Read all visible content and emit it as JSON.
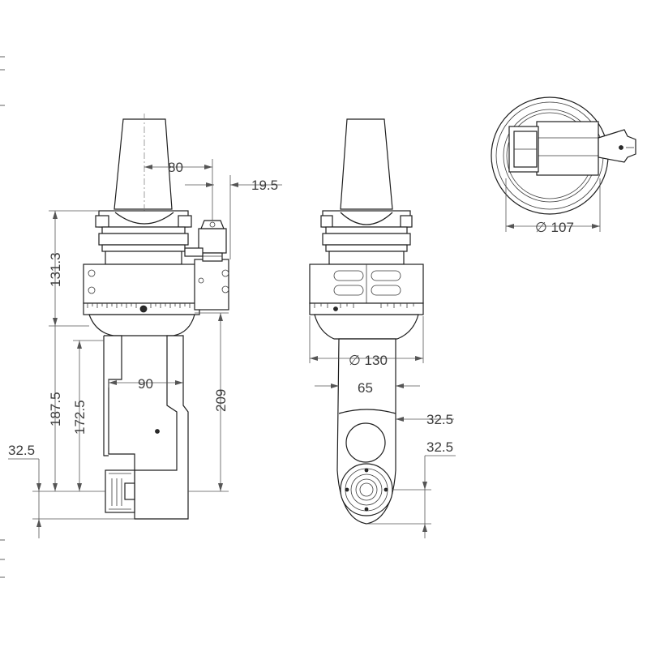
{
  "dimensions": {
    "d80": "80",
    "d19_5": "19.5",
    "d131_3": "131.3",
    "d187_5": "187.5",
    "d172_5": "172.5",
    "d209": "209",
    "d90": "90",
    "d32_5_left": "32.5",
    "d130": "∅ 130",
    "d65": "65",
    "d32_5_right_a": "32.5",
    "d32_5_right_b": "32.5",
    "d107": "∅ 107"
  },
  "colors": {
    "line": "#1e1e1e",
    "dimension": "#555555",
    "text": "#3c3c3c"
  }
}
